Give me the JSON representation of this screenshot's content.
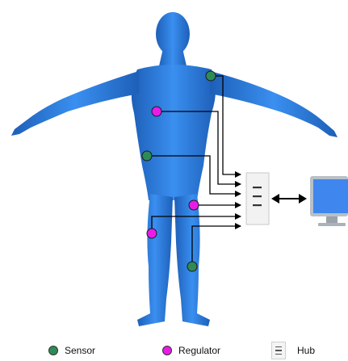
{
  "colors": {
    "body_fill": "#2f7fe0",
    "body_shade": "#1d5fb8",
    "sensor": "#2e8b57",
    "regulator": "#e81ce8",
    "wire": "#000000",
    "hub_fill": "#f2f2f2",
    "monitor_screen": "#3f86ee",
    "monitor_frame": "#b8c0c8"
  },
  "legend": {
    "sensor_label": "Sensor",
    "regulator_label": "Regulator",
    "hub_label": "Hub"
  },
  "icons": {
    "figure": "human-body",
    "hub": "hub-icon",
    "monitor": "monitor-icon",
    "link": "double-arrow-icon"
  }
}
